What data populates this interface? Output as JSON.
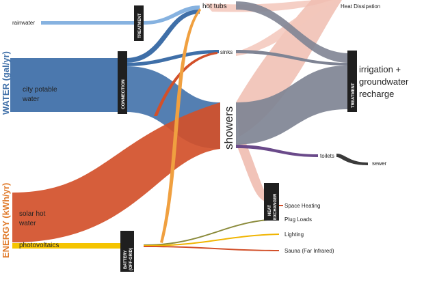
{
  "axis_labels": {
    "water": "WATER (gal/yr)",
    "energy": "ENERGY (kWh/yr)"
  },
  "sources": {
    "rainwater": "rainwater",
    "city_water": [
      "city potable",
      "water"
    ],
    "solar": [
      "solar hot",
      "water"
    ],
    "photovoltaics": "photovoltaics"
  },
  "nodes": {
    "treatment_left": "TREATMENT",
    "connection": "CONNECTION",
    "battery": [
      "BATTERY",
      "(OFF-GRID)"
    ],
    "heat_exchanger": [
      "HEAT",
      "EXCHANGER"
    ],
    "treatment_right": "TREATMENT"
  },
  "fixtures": {
    "hot_tubs": "hot tubs",
    "sinks": "sinks",
    "showers": "showers",
    "toilets": "toilets",
    "sewer": "sewer"
  },
  "outputs": {
    "heat_dissipation": "Heat Dissipation",
    "irrigation": [
      "irrigation +",
      "groundwater",
      "recharge"
    ],
    "space_heating": "Space Heating",
    "plug_loads": "Plug Loads",
    "lighting": "Lighting",
    "sauna": "Sauna (Far Infrared)"
  },
  "colors": {
    "water": "#3f6fa8",
    "rainwater": "#86b2e0",
    "solar": "#d2502a",
    "photovoltaics": "#f5c400",
    "pv_link": "#f0a040",
    "heat": "#f0c0b2",
    "grey": "#7a7f8c",
    "toilet": "#6a4a8a",
    "sewer": "#3a3a3a",
    "node": "#1f1f1f",
    "plug": "#8a8a3a",
    "lighting": "#f0b400",
    "sauna": "#d2502a"
  }
}
